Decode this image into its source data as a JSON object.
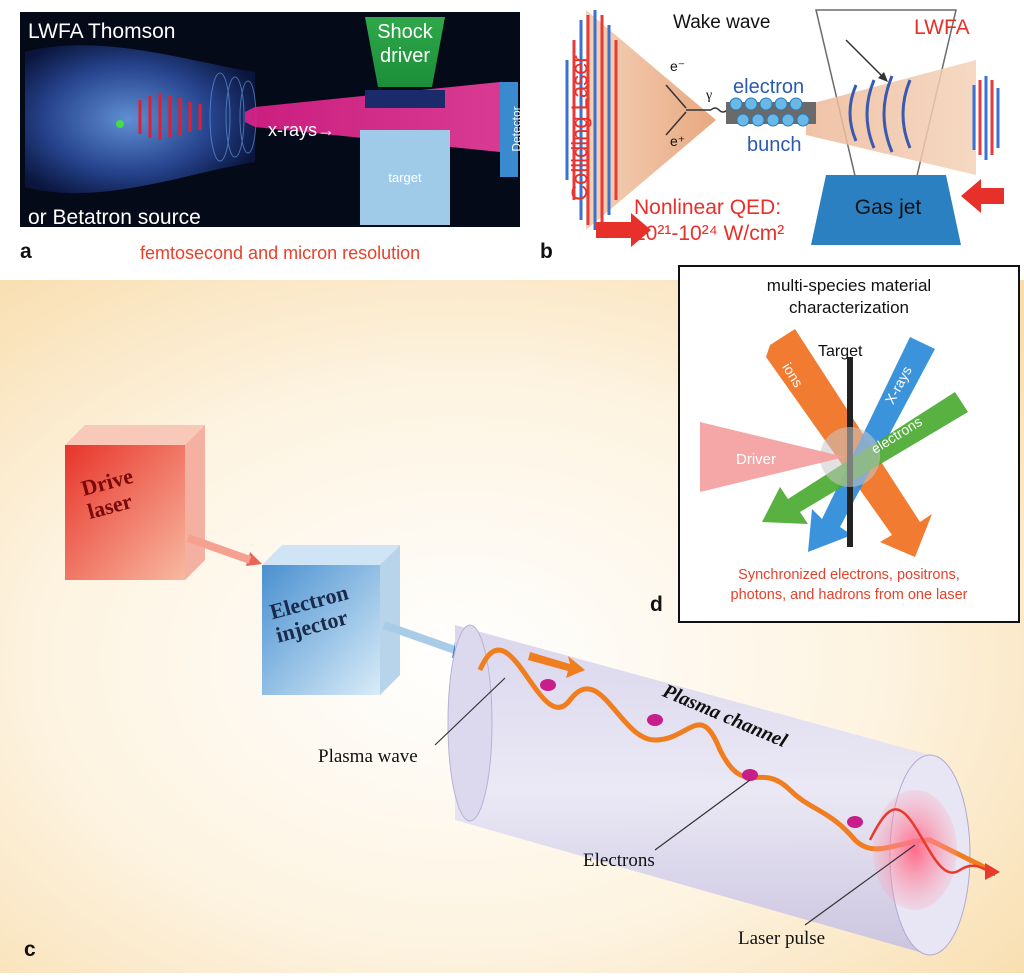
{
  "panel_a": {
    "letter": "a",
    "title": "LWFA Thomson",
    "subtitle": "or Betatron source",
    "shock_driver": [
      "Shock",
      "driver"
    ],
    "xrays": "x-rays→",
    "detector": "Detector",
    "target": "target",
    "caption": "femtosecond and micron resolution"
  },
  "panel_b": {
    "letter": "b",
    "colliding_laser": "Colliding Laser",
    "wake_wave": "Wake wave",
    "lwfa": "LWFA",
    "e_minus": "e⁻",
    "e_plus": "e⁺",
    "gamma": "γ",
    "electron_bunch": [
      "electron",
      "bunch"
    ],
    "gas_jet": "Gas jet",
    "qed_line1": "Nonlinear QED:",
    "qed_line2": "10²¹-10²⁴ W/cm²"
  },
  "panel_c": {
    "letter": "c",
    "drive_laser": [
      "Drive",
      "laser"
    ],
    "electron_injector": [
      "Electron",
      "injector"
    ],
    "plasma_channel": "Plasma channel",
    "plasma_wave": "Plasma wave",
    "electrons": "Electrons",
    "laser_pulse": "Laser pulse"
  },
  "panel_d": {
    "letter": "d",
    "title": [
      "multi-species material",
      "characterization"
    ],
    "target": "Target",
    "ions": "ions",
    "xrays": "X-rays",
    "electrons": "electrons",
    "driver": "Driver",
    "caption": [
      "Synchronized electrons, positrons,",
      "photons, and hadrons from one laser"
    ]
  },
  "colors": {
    "laser_red": "#e8403a",
    "blue": "#3a88c8",
    "orange": "#f07d1e",
    "green": "#4aa832",
    "magenta": "#c81e8a",
    "caption_red": "#e8402a"
  }
}
